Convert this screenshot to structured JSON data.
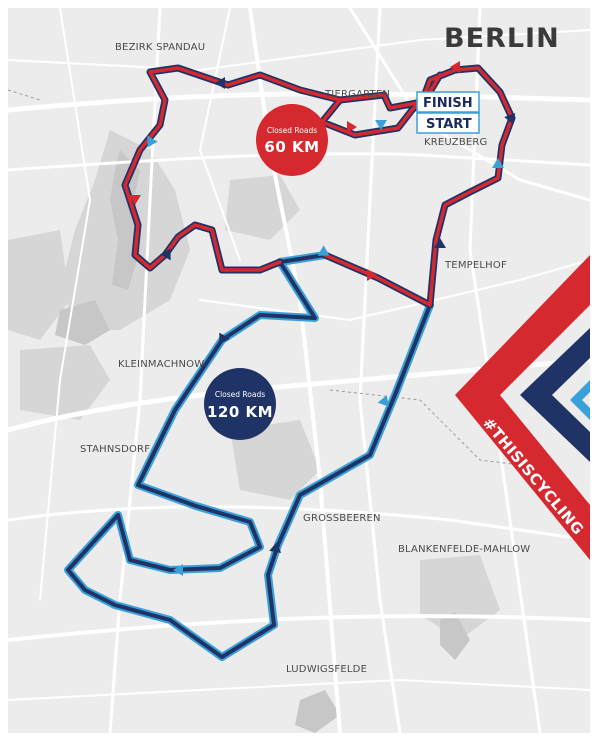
{
  "title": "BERLIN",
  "markers": {
    "finish_label": "FINISH",
    "start_label": "START"
  },
  "routes": [
    {
      "id": "route-60",
      "badge_top": "Closed Roads",
      "badge_main": "60 KM",
      "color": "#d6282f",
      "outline": "#1f3366"
    },
    {
      "id": "route-120",
      "badge_top": "Closed Roads",
      "badge_main": "120 KM",
      "color": "#1f3366",
      "outline": "#3aa0d8"
    }
  ],
  "places": {
    "spandau": "BEZIRK SPANDAU",
    "tiergarten": "TIERGARTEN",
    "kreuzberg": "KREUZBERG",
    "tempelhof": "TEMPELHOF",
    "kleinmachnow": "KLEINMACHNOW",
    "stahnsdorf": "STAHNSDORF",
    "grossbeeren": "GROSSBEEREN",
    "blankenfelde": "BLANKENFELDE-MAHLOW",
    "ludwigsfelde": "LUDWIGSFELDE"
  },
  "branding": {
    "hashtag": "#THISISCYCLING",
    "colors": {
      "red": "#d6282f",
      "navy": "#1f3366",
      "light_blue": "#3aa0d8"
    }
  }
}
